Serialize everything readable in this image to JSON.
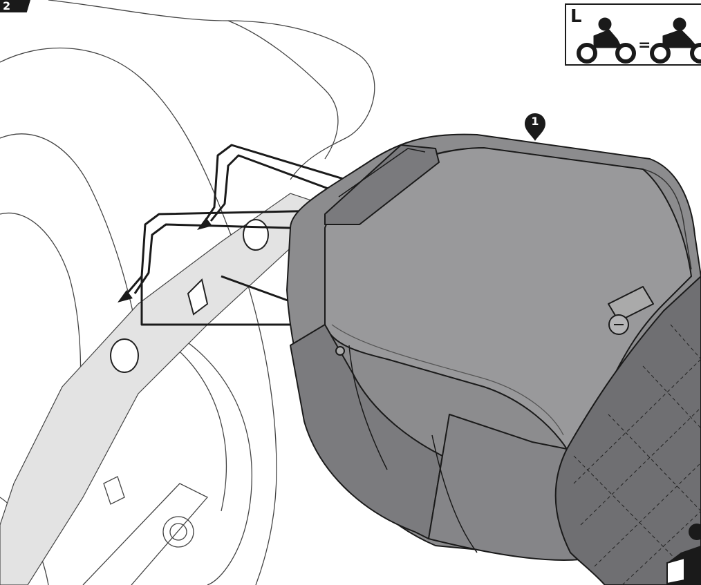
{
  "step": {
    "label": "2"
  },
  "side_indicator": {
    "letter": "L",
    "equals": "="
  },
  "callouts": [
    {
      "number": "1"
    }
  ],
  "colors": {
    "bag_fill": "#8c8c8e",
    "bag_dark": "#6f6f72",
    "mount_highlight": "#e3e3e3",
    "line": "#1a1a1a"
  },
  "icons": [
    "rider-icon",
    "motorcycle-icon",
    "callout-pin-icon"
  ]
}
